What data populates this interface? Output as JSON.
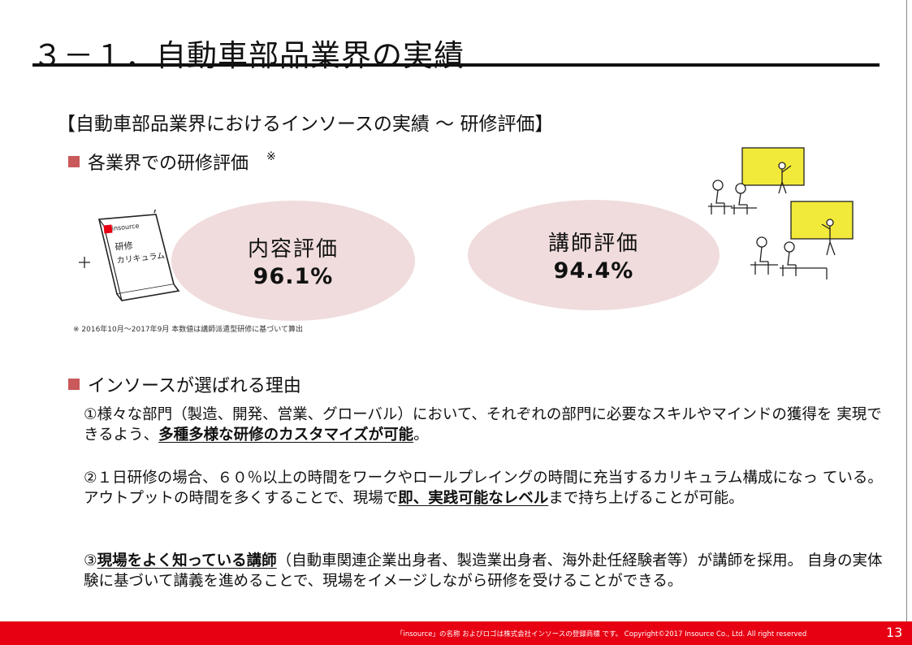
{
  "title": "３－１．自動車部品業界の実績",
  "subtitle": "【自動車部品業界におけるインソースの実績 ～ 研修評価】",
  "section1": {
    "label": "各業界での研修評価",
    "note_mark": "※"
  },
  "eval_content": {
    "label": "内容評価",
    "value": "96.1%"
  },
  "eval_lecturer": {
    "label": "講師評価",
    "value": "94.4%"
  },
  "footnote": "※ 2016年10月～2017年9月 本数値は講師派遣型研修に基づいて算出",
  "book": {
    "brand": "insource",
    "line1": "研修",
    "line2": "カリキュラム"
  },
  "section2": {
    "label": "インソースが選ばれる理由"
  },
  "reasons": [
    {
      "pre": "①様々な部門（製造、開発、営業、グローバル）において、それぞれの部門に必要なスキルやマインドの獲得を 実現できるよう、",
      "highlight": "多種多様な研修のカスタマイズが可能",
      "post": "。"
    },
    {
      "pre": "②１日研修の場合、６０％以上の時間をワークやロールプレイングの時間に充当するカリキュラム構成になっ ている。アウトプットの時間を多くすることで、現場で",
      "highlight": "即、実践可能なレベル",
      "post": "まで持ち上げることが可能。"
    },
    {
      "pre": "③",
      "highlight": "現場をよく知っている講師",
      "post": "（自動車関連企業出身者、製造業出身者、海外赴任経験者等）が講師を採用。 自身の実体験に基づいて講義を進めることで、現場をイメージしながら研修を受けることができる。"
    }
  ],
  "footer": {
    "text": "「insource」の名称 およびロゴは株式会社インソースの登録商標 です。 Copyright©2017 Insource Co., Ltd. All right reserved",
    "page": "13"
  },
  "colors": {
    "accent_square": "#c9595a",
    "ellipse_fill": "#f0dcdc",
    "footer_bg": "#e60012",
    "board_yellow": "#f2ea3a"
  }
}
